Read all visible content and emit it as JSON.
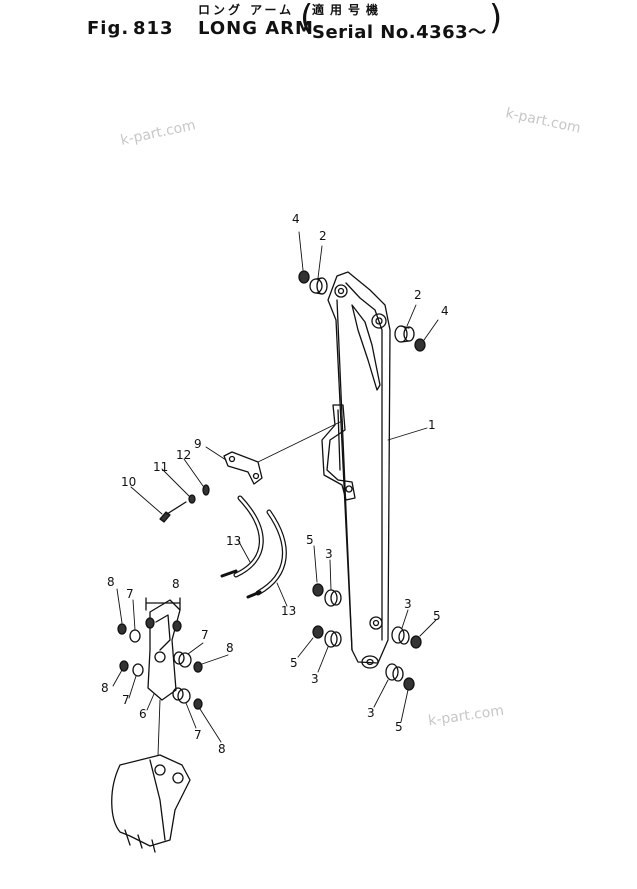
{
  "header": {
    "fig_label": "Fig.",
    "fig_number": "813",
    "title_jp": "ロング アーム",
    "title_en": "LONG ARM",
    "applicability_jp": "適用号機",
    "serial": "Serial No.4363～"
  },
  "watermarks": [
    "k-part.com",
    "k-part.com",
    "k-part.com"
  ],
  "callouts": {
    "c4a": "4",
    "c2a": "2",
    "c2b": "2",
    "c4b": "4",
    "c1": "1",
    "c9": "9",
    "c11": "11",
    "c12": "12",
    "c10": "10",
    "c13a": "13",
    "c13b": "13",
    "c5a": "5",
    "c3a": "3",
    "c3b": "3",
    "c5b": "5",
    "c5c": "5",
    "c3c": "3",
    "c3d": "3",
    "c5d": "5",
    "c8a": "8",
    "c7a": "7",
    "c8b": "8",
    "c7b": "7",
    "c8c": "8",
    "c8d": "8",
    "c7c": "7",
    "c6": "6",
    "c7d": "7",
    "c8e": "8"
  }
}
